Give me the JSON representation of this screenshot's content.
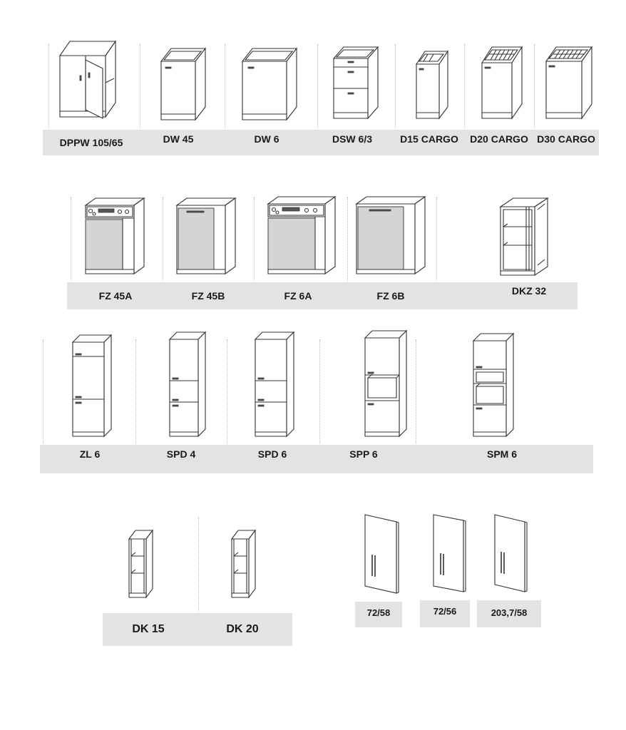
{
  "catalog": {
    "row1": [
      {
        "label": "DPPW 105/65",
        "icon": "corner-base-cabinet-icon"
      },
      {
        "label": "DW 45",
        "icon": "base-cabinet-icon"
      },
      {
        "label": "DW 6",
        "icon": "base-cabinet-icon"
      },
      {
        "label": "DSW 6/3",
        "icon": "drawer-cabinet-icon"
      },
      {
        "label": "D15 CARGO",
        "icon": "cargo-cabinet-icon"
      },
      {
        "label": "D20 CARGO",
        "icon": "cargo-cabinet-icon"
      },
      {
        "label": "D30 CARGO",
        "icon": "cargo-cabinet-icon"
      }
    ],
    "row2": [
      {
        "label": "FZ 45A",
        "icon": "dishwasher-front-icon"
      },
      {
        "label": "FZ 45B",
        "icon": "dishwasher-front-icon"
      },
      {
        "label": "FZ 6A",
        "icon": "dishwasher-front-icon"
      },
      {
        "label": "FZ 6B",
        "icon": "dishwasher-front-icon"
      },
      {
        "label": "DKZ 32",
        "icon": "open-shelf-cabinet-icon"
      }
    ],
    "row3": [
      {
        "label": "ZL 6",
        "icon": "fridge-tall-cabinet-icon"
      },
      {
        "label": "SPD 4",
        "icon": "tall-cabinet-icon"
      },
      {
        "label": "SPD 6",
        "icon": "tall-cabinet-icon"
      },
      {
        "label": "SPP 6",
        "icon": "oven-tall-cabinet-icon"
      },
      {
        "label": "SPM 6",
        "icon": "oven-microwave-tall-cabinet-icon"
      }
    ],
    "row4": [
      {
        "label": "DK 15",
        "icon": "open-shelf-cabinet-icon"
      },
      {
        "label": "DK 20",
        "icon": "open-shelf-cabinet-icon"
      }
    ],
    "panels": [
      {
        "label": "72/58",
        "icon": "door-panel-icon"
      },
      {
        "label": "72/56",
        "icon": "door-panel-icon"
      },
      {
        "label": "203,7/58",
        "icon": "door-panel-icon"
      }
    ]
  }
}
